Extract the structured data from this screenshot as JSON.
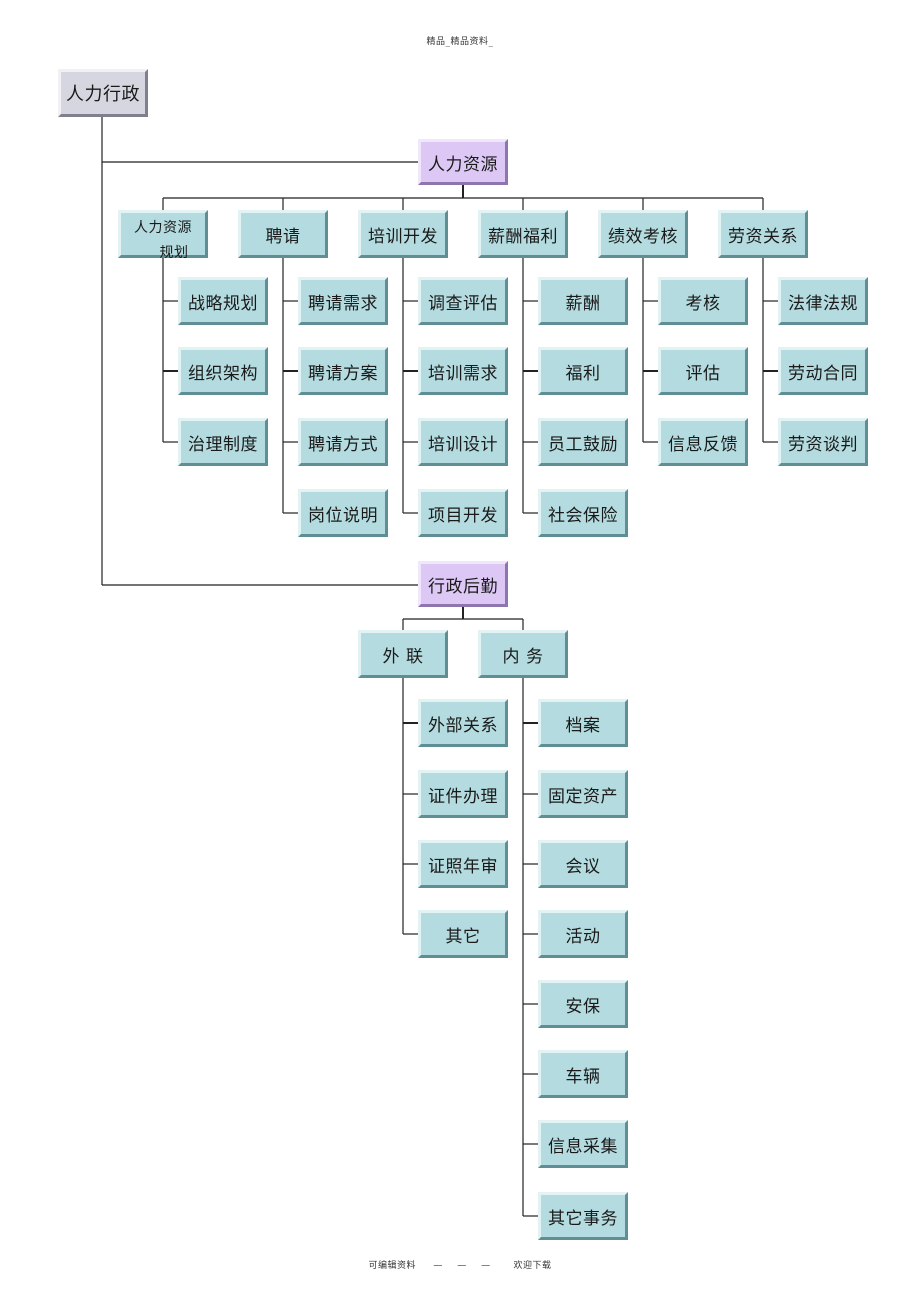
{
  "header": "精品_精品资料_",
  "footer": {
    "left": "可编辑资料",
    "dashes": "— — —",
    "right": "欢迎下载"
  },
  "root": "人力行政",
  "hr": {
    "title": "人力资源",
    "columns": [
      {
        "title_line1": "人力资源",
        "title_line2": "规划",
        "items": [
          "战略规划",
          "组织架构",
          "治理制度"
        ]
      },
      {
        "title": "聘请",
        "items": [
          "聘请需求",
          "聘请方案",
          "聘请方式",
          "岗位说明"
        ]
      },
      {
        "title": "培训开发",
        "items": [
          "调查评估",
          "培训需求",
          "培训设计",
          "项目开发"
        ]
      },
      {
        "title": "薪酬福利",
        "items": [
          "薪酬",
          "福利",
          "员工鼓励",
          "社会保险"
        ]
      },
      {
        "title": "绩效考核",
        "items": [
          "考核",
          "评估",
          "信息反馈"
        ]
      },
      {
        "title": "劳资关系",
        "items": [
          "法律法规",
          "劳动合同",
          "劳资谈判"
        ]
      }
    ]
  },
  "admin": {
    "title": "行政后勤",
    "columns": [
      {
        "title": "外 联",
        "items": [
          "外部关系",
          "证件办理",
          "证照年审",
          "其它"
        ]
      },
      {
        "title": "内 务",
        "items": [
          "档案",
          "固定资产",
          "会议",
          "活动",
          "安保",
          "车辆",
          "信息采集",
          "其它事务"
        ]
      }
    ]
  }
}
